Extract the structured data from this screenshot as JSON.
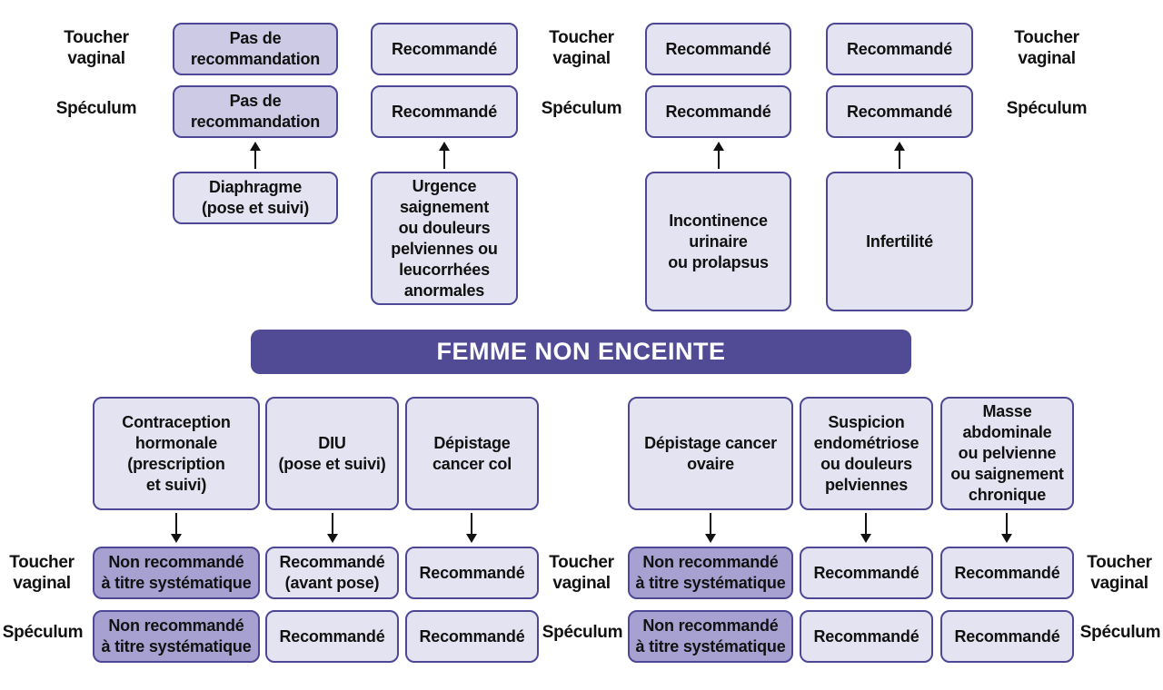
{
  "labels": {
    "toucher_vaginal": "Toucher\nvaginal",
    "speculum": "Spéculum"
  },
  "banner": "FEMME NON ENCEINTE",
  "top": {
    "diaphragme": {
      "condition": "Diaphragme\n(pose et suivi)",
      "toucher": "Pas de\nrecommandation",
      "speculum": "Pas de\nrecommandation"
    },
    "urgence": {
      "condition": "Urgence\nsaignement\nou douleurs\npelviennes ou\nleucorrhées\nanormales",
      "toucher": "Recommandé",
      "speculum": "Recommandé"
    },
    "incontinence": {
      "condition": "Incontinence\nurinaire\nou prolapsus",
      "toucher": "Recommandé",
      "speculum": "Recommandé"
    },
    "infertilite": {
      "condition": "Infertilité",
      "toucher": "Recommandé",
      "speculum": "Recommandé"
    }
  },
  "bottom": {
    "contraception": {
      "condition": "Contraception\nhormonale\n(prescription\net suivi)",
      "toucher": "Non recommandé\nà titre systématique",
      "speculum": "Non recommandé\nà titre systématique"
    },
    "diu": {
      "condition": "DIU\n(pose et suivi)",
      "toucher": "Recommandé\n(avant pose)",
      "speculum": "Recommandé"
    },
    "depistage_col": {
      "condition": "Dépistage\ncancer col",
      "toucher": "Recommandé",
      "speculum": "Recommandé"
    },
    "depistage_ovaire": {
      "condition": "Dépistage cancer\novaire",
      "toucher": "Non recommandé\nà titre systématique",
      "speculum": "Non recommandé\nà titre systématique"
    },
    "endometriose": {
      "condition": "Suspicion\nendométriose\nou douleurs\npelviennes",
      "toucher": "Recommandé",
      "speculum": "Recommandé"
    },
    "masse": {
      "condition": "Masse\nabdominale\nou pelvienne\nou saignement\nchronique",
      "toucher": "Recommandé",
      "speculum": "Recommandé"
    }
  }
}
